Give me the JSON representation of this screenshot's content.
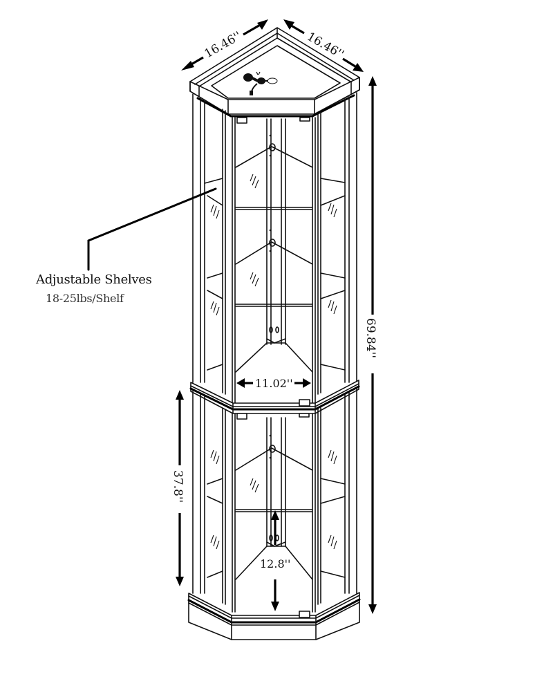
{
  "diagram": {
    "subject": "Corner curio display cabinet with glass doors",
    "colors": {
      "line": "#111111",
      "background": "#ffffff"
    },
    "dimensions": {
      "top_left_width": "16.46''",
      "top_right_depth": "16.46''",
      "total_height": "69.84''",
      "lower_section_height": "37.8''",
      "shelf_front_width": "11.02''",
      "shelf_depth": "12.8''"
    },
    "callout": {
      "title": "Adjustable Shelves",
      "subtitle": "18-25lbs/Shelf"
    },
    "features": [
      "light-plug",
      "glass-door",
      "adjustable-glass-shelves",
      "crown-top",
      "mid-molding",
      "base-plinth"
    ]
  }
}
